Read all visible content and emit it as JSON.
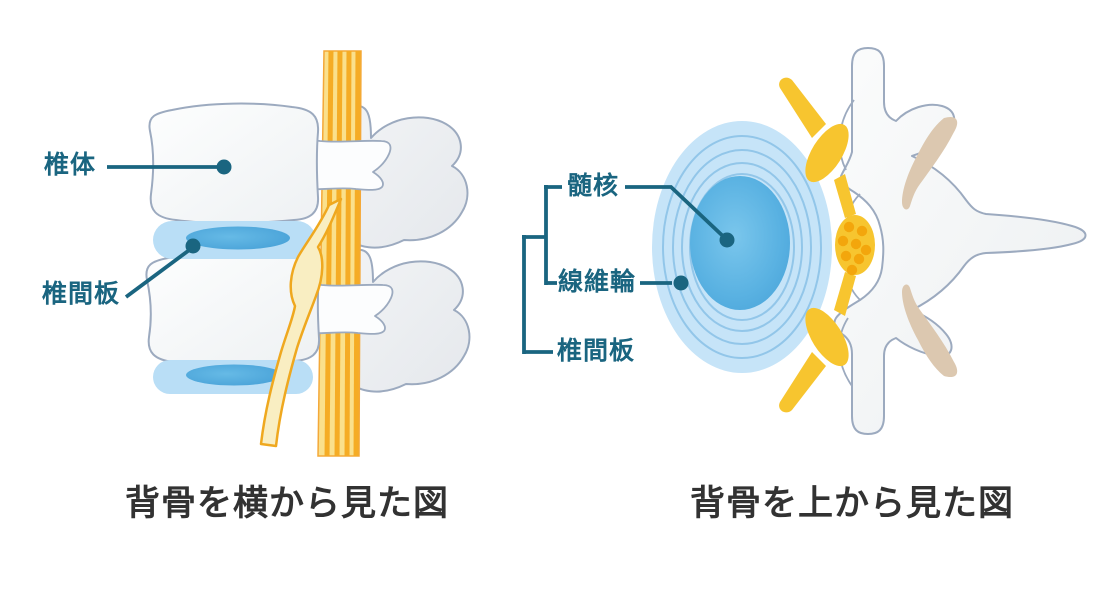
{
  "figures": {
    "side_view": {
      "caption": "背骨を横から見た図",
      "labels": [
        {
          "id": "vertebral-body",
          "text": "椎体"
        },
        {
          "id": "intervertebral-disc",
          "text": "椎間板"
        }
      ],
      "parts": [
        {
          "name": "vertebral-body",
          "color": "#F4F6F8"
        },
        {
          "name": "intervertebral-disc",
          "color": "#B9DEF6"
        },
        {
          "name": "disc-nucleus-lens",
          "color": "#55ACDE"
        },
        {
          "name": "spinal-cord-band",
          "color": "#FAE08C"
        },
        {
          "name": "spinal-cord-stripes",
          "color": "#F5AC25"
        },
        {
          "name": "nerve-root",
          "color": "#F9EEC2"
        }
      ]
    },
    "top_view": {
      "caption": "背骨を上から見た図",
      "labels": [
        {
          "id": "nucleus-pulposus",
          "text": "髄核"
        },
        {
          "id": "annulus-fibrosus",
          "text": "線維輪"
        },
        {
          "id": "intervertebral-disc",
          "text": "椎間板"
        }
      ],
      "parts": [
        {
          "name": "intervertebral-disc",
          "color": "#C6E4F8"
        },
        {
          "name": "annulus-rings",
          "color": "#92C6E9"
        },
        {
          "name": "nucleus-pulposus",
          "color": "#55AEDF"
        },
        {
          "name": "spinal-cord-and-nerves",
          "color": "#F7C52F"
        },
        {
          "name": "cord-dots",
          "color": "#F3A60C"
        },
        {
          "name": "vertebra-bone",
          "color": "#F4F6F8"
        },
        {
          "name": "facet-joint",
          "color": "#DCC8B0"
        }
      ]
    }
  },
  "colors": {
    "background": "#FFFFFF",
    "label_teal": "#1A6580",
    "caption_gray": "#323232",
    "bone_outline": "#9CAABF"
  }
}
